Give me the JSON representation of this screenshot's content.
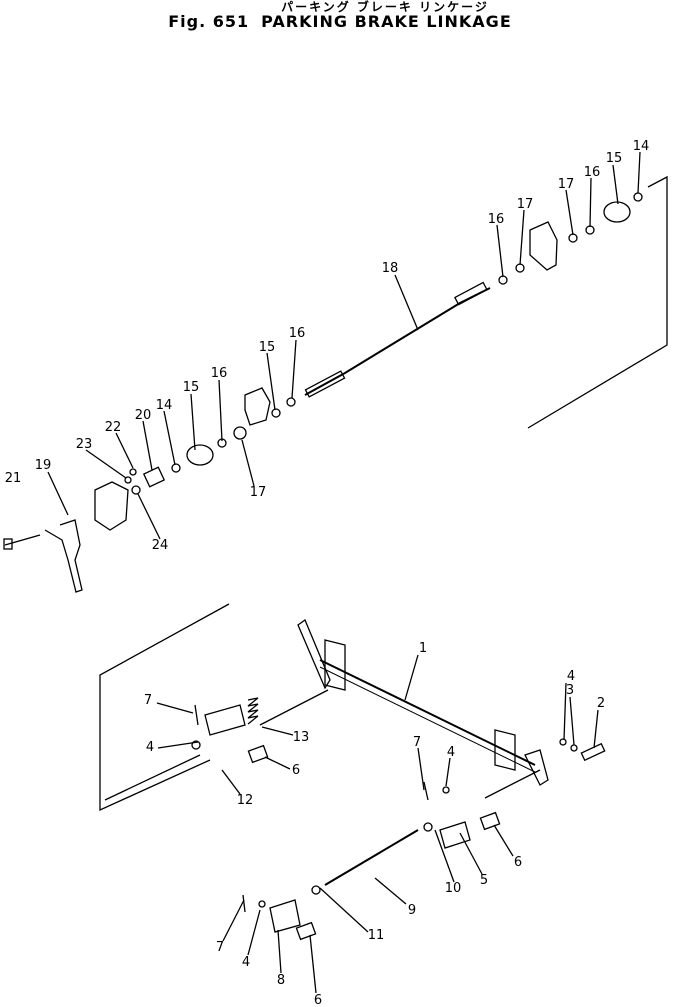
{
  "title": {
    "japanese": "パーキング ブレーキ リンケージ",
    "figure": "Fig. 651",
    "name": "PARKING BRAKE LINKAGE"
  },
  "callouts": [
    "14",
    "15",
    "16",
    "17",
    "16",
    "17",
    "18",
    "16",
    "15",
    "16",
    "15",
    "14",
    "20",
    "22",
    "23",
    "19",
    "21",
    "24",
    "17",
    "1",
    "4",
    "3",
    "2",
    "7",
    "13",
    "4",
    "6",
    "12",
    "7",
    "4",
    "5",
    "10",
    "6",
    "9",
    "11",
    "7",
    "4",
    "8",
    "6"
  ]
}
